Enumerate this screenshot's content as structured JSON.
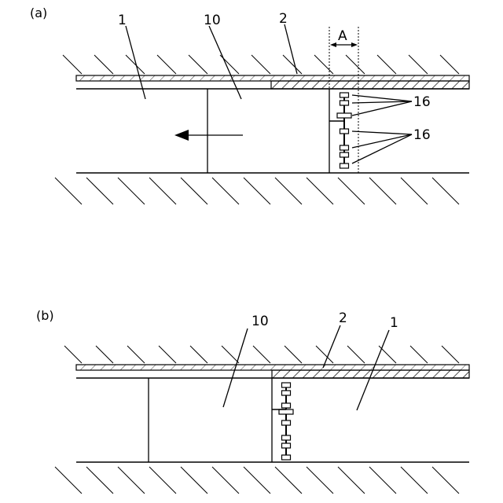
{
  "panels": [
    {
      "label": "(a)",
      "numerals": {
        "tunnel": "1",
        "shield": "10",
        "lining": "2",
        "seal_upper": "16",
        "seal_lower": "16"
      },
      "dimension_label": "A"
    },
    {
      "label": "(b)",
      "numerals": {
        "shield": "10",
        "lining": "2",
        "tunnel": "1"
      }
    }
  ]
}
